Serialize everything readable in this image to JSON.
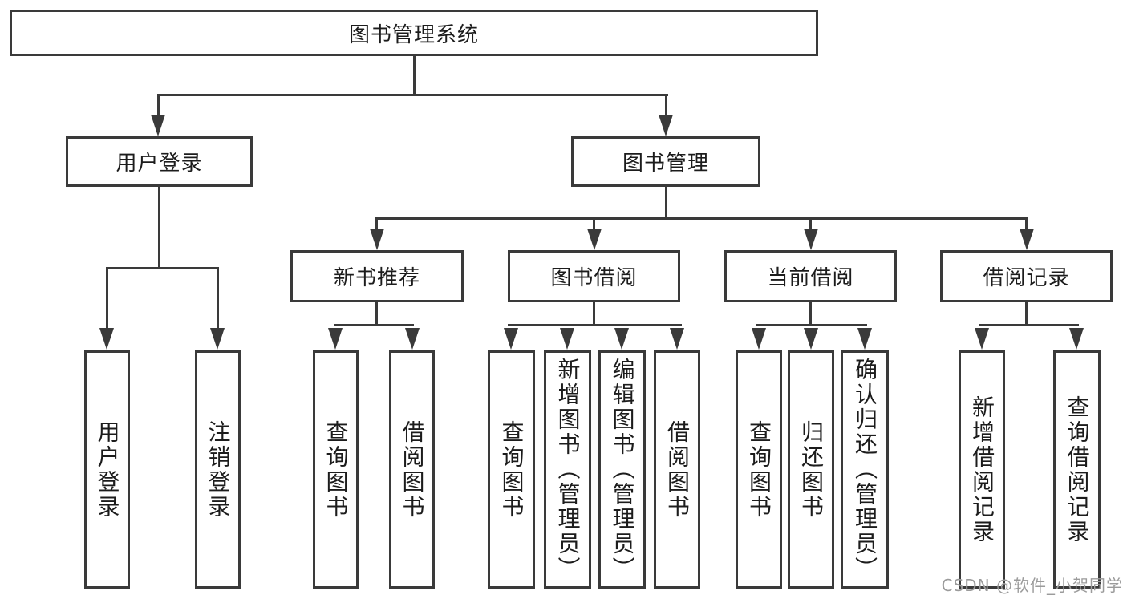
{
  "colors": {
    "line": "#3a3a3a",
    "text": "#1c1c1c",
    "watermark": "#9b9b9b",
    "background": "#ffffff"
  },
  "watermark": {
    "text": "CSDN @软件_小贺同学"
  },
  "tree": {
    "root": {
      "id": "library-management-system",
      "label": "图书管理系统"
    },
    "level2": [
      {
        "id": "user-login",
        "label": "用户登录"
      },
      {
        "id": "book-management",
        "label": "图书管理"
      }
    ],
    "level3": [
      {
        "id": "new-book-recommendation",
        "parent": "book-management",
        "label": "新书推荐"
      },
      {
        "id": "book-borrowing",
        "parent": "book-management",
        "label": "图书借阅"
      },
      {
        "id": "current-borrowing",
        "parent": "book-management",
        "label": "当前借阅"
      },
      {
        "id": "borrowing-records",
        "parent": "book-management",
        "label": "借阅记录"
      }
    ],
    "level4": [
      {
        "parent": "user-login",
        "label": "用户登录"
      },
      {
        "parent": "user-login",
        "label": "注销登录"
      },
      {
        "parent": "new-book-recommendation",
        "label": "查询图书"
      },
      {
        "parent": "new-book-recommendation",
        "label": "借阅图书"
      },
      {
        "parent": "book-borrowing",
        "label": "查询图书"
      },
      {
        "parent": "book-borrowing",
        "label": "新增图书（管理员）"
      },
      {
        "parent": "book-borrowing",
        "label": "编辑图书（管理员）"
      },
      {
        "parent": "book-borrowing",
        "label": "借阅图书"
      },
      {
        "parent": "current-borrowing",
        "label": "查询图书"
      },
      {
        "parent": "current-borrowing",
        "label": "归还图书"
      },
      {
        "parent": "current-borrowing",
        "label": "确认归还（管理员）"
      },
      {
        "parent": "borrowing-records",
        "label": "新增借阅记录"
      },
      {
        "parent": "borrowing-records",
        "label": "查询借阅记录"
      }
    ]
  }
}
